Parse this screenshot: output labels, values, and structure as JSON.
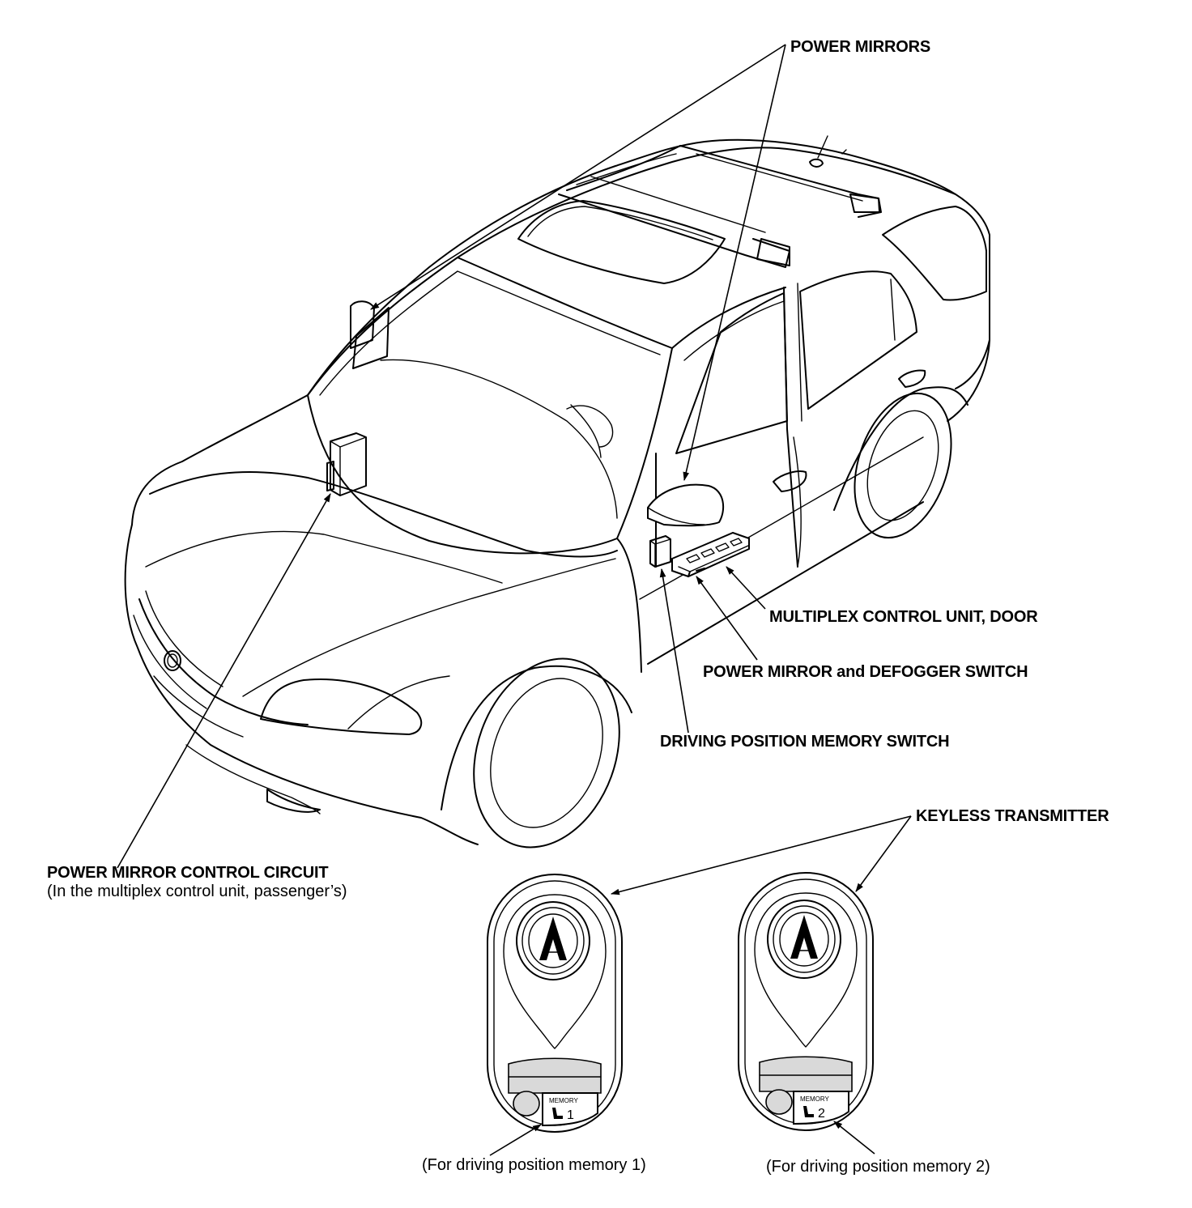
{
  "labels": {
    "power_mirrors": "POWER MIRRORS",
    "multiplex_control_unit_door": "MULTIPLEX CONTROL UNIT, DOOR",
    "power_mirror_defogger_switch": "POWER MIRROR and DEFOGGER SWITCH",
    "driving_position_memory_switch": "DRIVING POSITION MEMORY SWITCH",
    "keyless_transmitter": "KEYLESS TRANSMITTER",
    "power_mirror_control_circuit": "POWER MIRROR CONTROL CIRCUIT",
    "power_mirror_control_circuit_note": "(In the multiplex control unit, passenger’s)",
    "memory_1_caption": "(For driving position memory 1)",
    "memory_2_caption": "(For driving position memory 2)"
  },
  "transmitters": [
    {
      "memory_label": "MEMORY",
      "number": "1"
    },
    {
      "memory_label": "MEMORY",
      "number": "2"
    }
  ]
}
